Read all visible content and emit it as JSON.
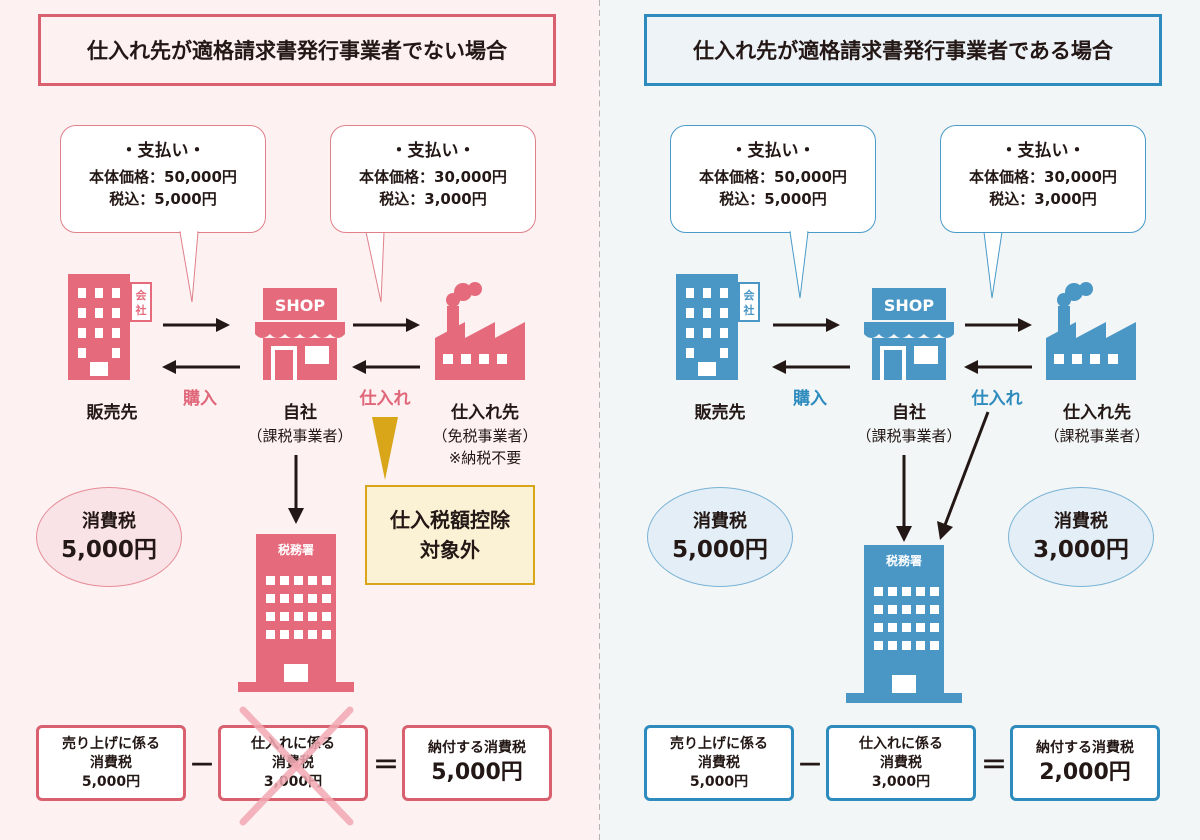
{
  "colors": {
    "pink": "#e56b7c",
    "blue": "#4a97c6",
    "gold": "#d9a61a"
  },
  "left": {
    "title": "仕入れ先が適格請求書発行事業者でない場合",
    "bubble1": {
      "head": "・支払い・",
      "line1": "本体価格：50,000円",
      "line2": "税込：5,000円"
    },
    "bubble2": {
      "head": "・支払い・",
      "line1": "本体価格：30,000円",
      "line2": "税込：3,000円"
    },
    "company_sign": "会社",
    "shop_sign": "SHOP",
    "tax_office_sign": "税務署",
    "seller": {
      "name": "販売先"
    },
    "self": {
      "name": "自社",
      "sub": "（課税事業者）"
    },
    "supplier": {
      "name": "仕入れ先",
      "sub": "（免税事業者）",
      "note": "※納税不要"
    },
    "arrow_label_purchase": "購入",
    "arrow_label_supply": "仕入れ",
    "consumption_tax": {
      "label": "消費税",
      "amount": "5,000円"
    },
    "deduction_box": {
      "line1": "仕入税額控除",
      "line2": "対象外"
    },
    "formula": {
      "box1": {
        "l1": "売り上げに係る",
        "l2": "消費税",
        "l3": "5,000円"
      },
      "minus": "－",
      "box2": {
        "l1": "仕入れに係る",
        "l2": "消費税",
        "l3": "3,000円"
      },
      "equals": "＝",
      "box3": {
        "l1": "納付する消費税",
        "l2": "5,000円"
      }
    }
  },
  "right": {
    "title": "仕入れ先が適格請求書発行事業者である場合",
    "bubble1": {
      "head": "・支払い・",
      "line1": "本体価格：50,000円",
      "line2": "税込：5,000円"
    },
    "bubble2": {
      "head": "・支払い・",
      "line1": "本体価格：30,000円",
      "line2": "税込：3,000円"
    },
    "company_sign": "会社",
    "shop_sign": "SHOP",
    "tax_office_sign": "税務署",
    "seller": {
      "name": "販売先"
    },
    "self": {
      "name": "自社",
      "sub": "（課税事業者）"
    },
    "supplier": {
      "name": "仕入れ先",
      "sub": "（課税事業者）"
    },
    "arrow_label_purchase": "購入",
    "arrow_label_supply": "仕入れ",
    "consumption_tax_1": {
      "label": "消費税",
      "amount": "5,000円"
    },
    "consumption_tax_2": {
      "label": "消費税",
      "amount": "3,000円"
    },
    "formula": {
      "box1": {
        "l1": "売り上げに係る",
        "l2": "消費税",
        "l3": "5,000円"
      },
      "minus": "－",
      "box2": {
        "l1": "仕入れに係る",
        "l2": "消費税",
        "l3": "3,000円"
      },
      "equals": "＝",
      "box3": {
        "l1": "納付する消費税",
        "l2": "2,000円"
      }
    }
  }
}
